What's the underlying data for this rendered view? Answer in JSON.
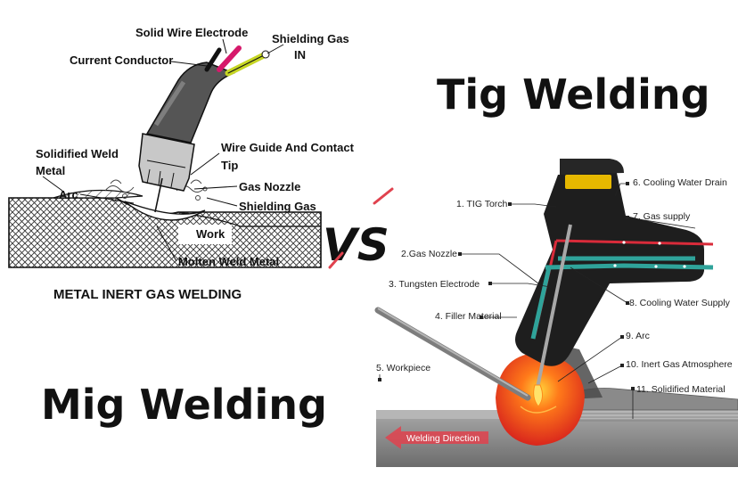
{
  "titles": {
    "tig": "Tig Welding",
    "mig": "Mig Welding",
    "vs": "VS"
  },
  "mig_diagram": {
    "caption": "METAL INERT GAS WELDING",
    "labels": {
      "solid_wire_electrode": "Solid Wire Electrode",
      "current_conductor": "Current Conductor",
      "shielding_gas_in": "Shielding Gas",
      "shielding_gas_in_2": "IN",
      "solidified_weld_metal": "Solidified Weld",
      "solidified_weld_metal_2": "Metal",
      "arc": "Arc",
      "wire_guide": "Wire Guide And Contact",
      "wire_guide_2": "Tip",
      "gas_nozzle": "Gas Nozzle",
      "shielding_gas": "Shielding Gas",
      "work": "Work",
      "molten_weld_metal": "Molten Weld Metal"
    }
  },
  "tig_diagram": {
    "labels": {
      "tig_torch": "1. TIG Torch",
      "gas_nozzle": "2.Gas Nozzle",
      "tungsten_electrode": "3. Tungsten Electrode",
      "filler_material": "4. Filler Material",
      "workpiece": "5. Workpiece",
      "cooling_water_drain": "6. Cooling Water Drain",
      "gas_supply": "7. Gas supply",
      "cooling_water_supply": "8. Cooling Water Supply",
      "arc": "9. Arc",
      "inert_gas_atmosphere": "10. Inert Gas Atmosphere",
      "solidified_material": "11. Solidified Material",
      "welding_direction": "Welding Direction"
    }
  },
  "colors": {
    "torch": "#1e1e1e",
    "torch_cap": "#e6b800",
    "red_hose": "#d92b3a",
    "teal_channel": "#2fa39a",
    "weld_pool": "#e8391f",
    "base_metal": "#8c8c8c",
    "arrow": "#e0424e"
  }
}
